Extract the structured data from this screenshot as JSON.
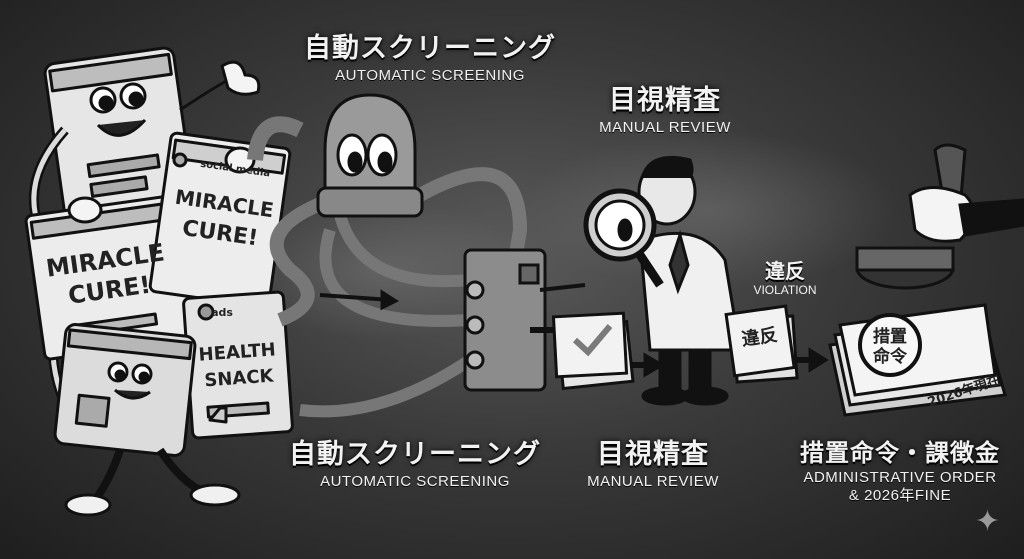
{
  "top_labels": {
    "screening": {
      "jp": "自動スクリーニング",
      "en": "AUTOMATIC SCREENING"
    },
    "review": {
      "jp": "目視精査",
      "en": "MANUAL REVIEW"
    }
  },
  "bottom_labels": {
    "screening": {
      "jp": "自動スクリーニング",
      "en": "AUTOMATIC SCREENING"
    },
    "review": {
      "jp": "目視精査",
      "en": "MANUAL REVIEW"
    },
    "order": {
      "jp": "措置命令・課徴金",
      "en_line1": "ADMINISTRATIVE ORDER",
      "en_line2": "& 2026年FINE"
    }
  },
  "violation_label": {
    "jp": "違反",
    "en": "VIOLATION"
  },
  "ads": {
    "social_media_tag": "social media",
    "miracle_cure_a": [
      "MIRACLE",
      "CURE!"
    ],
    "miracle_cure_b": [
      "MIRACLE",
      "CURE!"
    ],
    "ads_tag": "ads",
    "health_snack": [
      "HEALTH",
      "SNACK"
    ]
  },
  "violation_doc_text": "違反",
  "order_doc": {
    "stamp_lines": [
      "措置",
      "命令"
    ],
    "date_text": "2026年現在"
  },
  "icons": {
    "sparkle": "✦"
  },
  "colors": {
    "ink": "#111111",
    "paper": "#e8e8e8",
    "background": "#3a3a3a"
  }
}
